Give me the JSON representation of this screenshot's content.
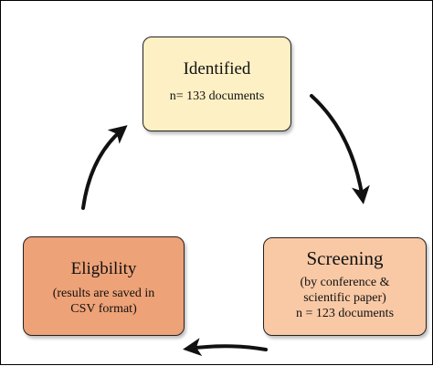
{
  "colors": {
    "identified_fill": "#fdf0c4",
    "screening_fill": "#f9c9a6",
    "eligibility_fill": "#eea277",
    "border": "#222222",
    "arrow": "#111111"
  },
  "nodes": {
    "identified": {
      "title": "Identified",
      "lines": [
        "n= 133 documents"
      ]
    },
    "screening": {
      "title": "Screening",
      "lines": [
        "(by conference &",
        "scientific paper)",
        "n = 123 documents"
      ]
    },
    "eligibility": {
      "title": "Eligbility",
      "lines": [
        "(results are saved in",
        "CSV format)"
      ]
    }
  },
  "edges": [
    {
      "from": "identified",
      "to": "screening"
    },
    {
      "from": "screening",
      "to": "eligibility"
    },
    {
      "from": "eligibility",
      "to": "identified"
    }
  ]
}
